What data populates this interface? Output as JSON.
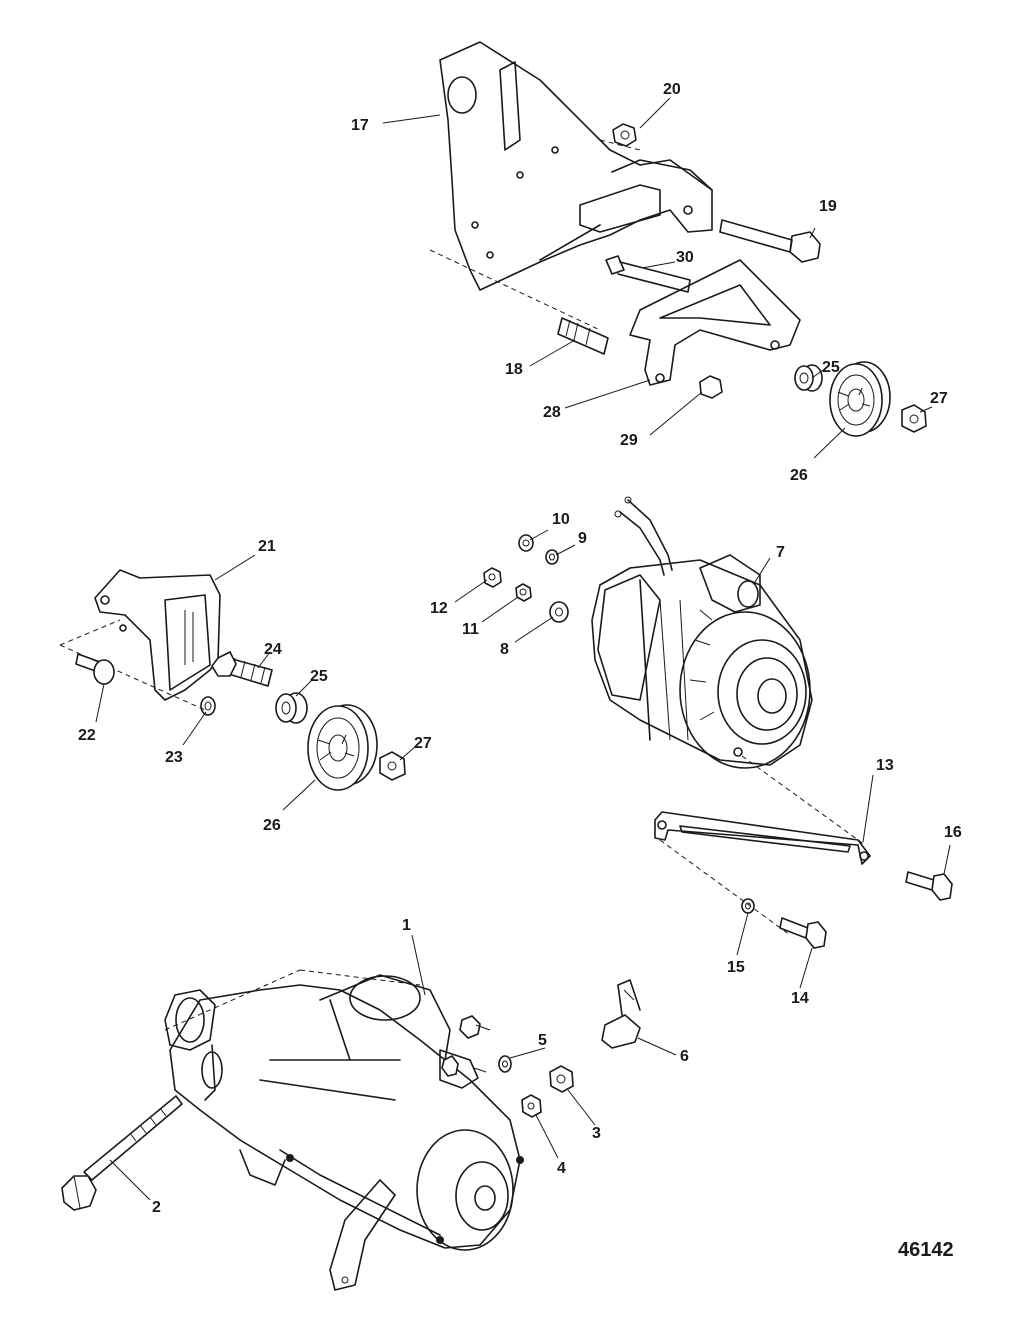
{
  "figure_number": "46142",
  "callouts": [
    {
      "id": "c1",
      "text": "1"
    },
    {
      "id": "c2",
      "text": "2"
    },
    {
      "id": "c3",
      "text": "3"
    },
    {
      "id": "c4",
      "text": "4"
    },
    {
      "id": "c5",
      "text": "5"
    },
    {
      "id": "c6",
      "text": "6"
    },
    {
      "id": "c7",
      "text": "7"
    },
    {
      "id": "c8",
      "text": "8"
    },
    {
      "id": "c9",
      "text": "9"
    },
    {
      "id": "c10",
      "text": "10"
    },
    {
      "id": "c11",
      "text": "11"
    },
    {
      "id": "c12",
      "text": "12"
    },
    {
      "id": "c13",
      "text": "13"
    },
    {
      "id": "c14",
      "text": "14"
    },
    {
      "id": "c15",
      "text": "15"
    },
    {
      "id": "c16",
      "text": "16"
    },
    {
      "id": "c17",
      "text": "17"
    },
    {
      "id": "c18",
      "text": "18"
    },
    {
      "id": "c19",
      "text": "19"
    },
    {
      "id": "c20",
      "text": "20"
    },
    {
      "id": "c21",
      "text": "21"
    },
    {
      "id": "c22",
      "text": "22"
    },
    {
      "id": "c23",
      "text": "23"
    },
    {
      "id": "c24",
      "text": "24"
    },
    {
      "id": "c25a",
      "text": "25"
    },
    {
      "id": "c25b",
      "text": "25"
    },
    {
      "id": "c26a",
      "text": "26"
    },
    {
      "id": "c26b",
      "text": "26"
    },
    {
      "id": "c27a",
      "text": "27"
    },
    {
      "id": "c27b",
      "text": "27"
    },
    {
      "id": "c28",
      "text": "28"
    },
    {
      "id": "c29",
      "text": "29"
    },
    {
      "id": "c30",
      "text": "30"
    }
  ]
}
